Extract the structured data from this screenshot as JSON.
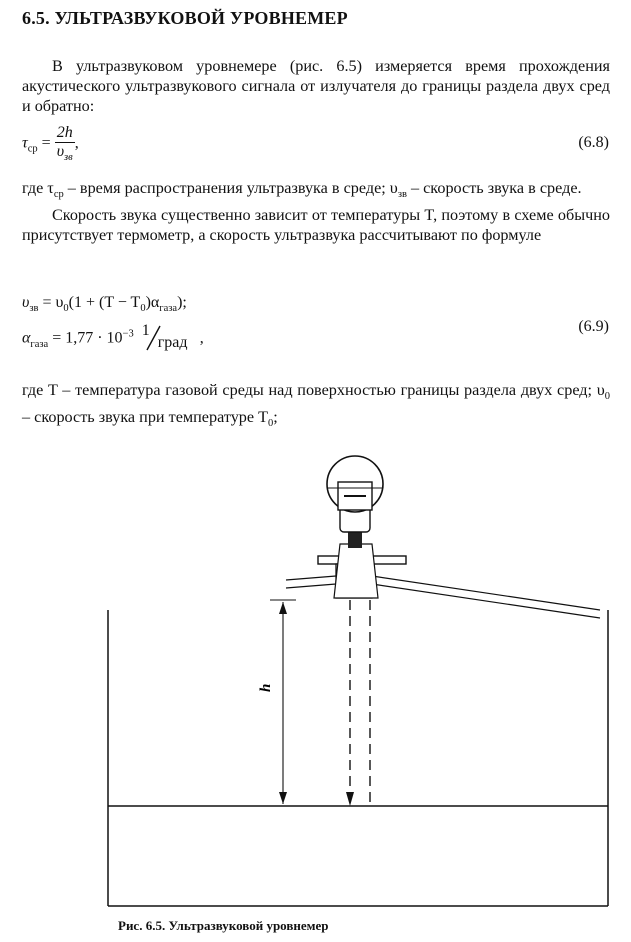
{
  "section": {
    "heading": "6.5. УЛЬТРАЗВУКОВОЙ УРОВНЕМЕР",
    "paragraph1": "В ультразвуковом уровнемере (рис. 6.5) измеряется время прохождения акустического ультразвукового сигнала от излучателя до границы раздела двух сред и обратно:",
    "formula1_lhs": "τ",
    "formula1_lhs_sub": "ср",
    "formula1_eq": "=",
    "formula1_num": "2h",
    "formula1_den": "υ",
    "formula1_den_sub": "зв",
    "formula1_tail": ",",
    "eq1_number": "(6.8)",
    "paragraph2_a": "где τ",
    "paragraph2_a_sub": "ср",
    "paragraph2_b": " – время распространения ультразвука в среде; υ",
    "paragraph2_b_sub": "зв",
    "paragraph2_c": " – скорость звука в среде.",
    "paragraph2_d": "Скорость звука существенно зависит от температуры T, поэтому в схеме обычно присутствует термометр, а скорость ультразвука рассчитывают по формуле",
    "formula2_l1_a": "υ",
    "formula2_l1_a_sub": "зв",
    "formula2_l1_b": " = υ",
    "formula2_l1_b_sub": "0",
    "formula2_l1_c": "(1 + (T − T",
    "formula2_l1_c_sub": "0",
    "formula2_l1_d": ")α",
    "formula2_l1_d_sub": "газа",
    "formula2_l1_e": ");",
    "formula2_l2_a": "α",
    "formula2_l2_a_sub": "газа",
    "formula2_l2_b": " = 1,77 · 10",
    "formula2_l2_b_sup": "−3",
    "formula2_l2_num": "1",
    "formula2_l2_den": "град",
    "formula2_l2_tail": ",",
    "eq2_number": "(6.9)",
    "paragraph3_a": "где T – температура газовой среды над поверхностью границы раздела двух сред; υ",
    "paragraph3_a_sub": "0",
    "paragraph3_b": " – скорость звука при температуре T",
    "paragraph3_b_sub": "0",
    "paragraph3_c": ";"
  },
  "figure": {
    "label_h": "h",
    "caption": "Рис. 6.5. Ультразвуковой уровнемер"
  }
}
